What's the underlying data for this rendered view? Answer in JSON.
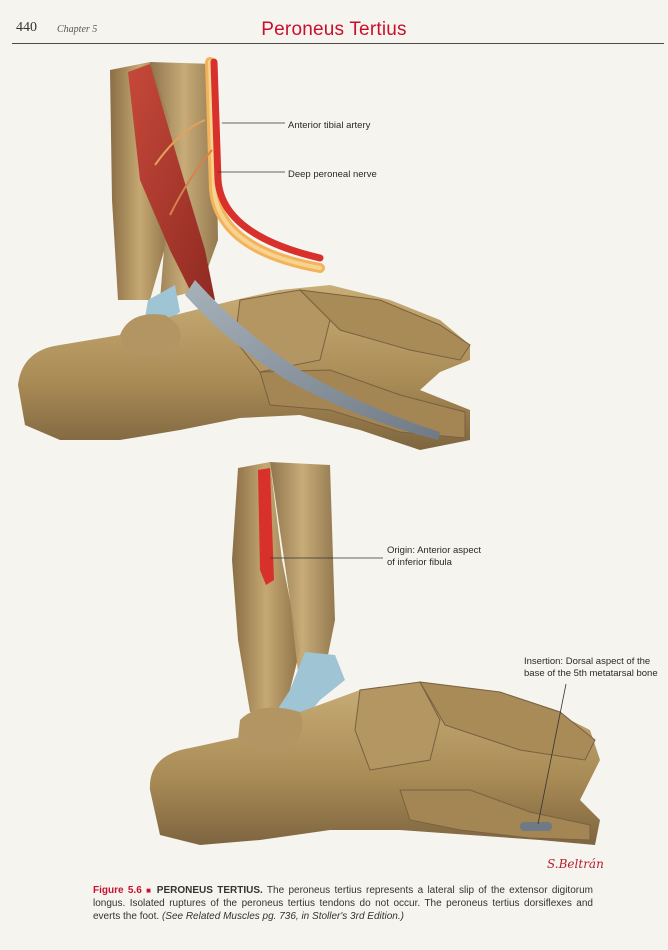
{
  "header": {
    "page_number": "440",
    "chapter": "Chapter 5",
    "title": "Peroneus Tertius"
  },
  "colors": {
    "title_red": "#c8102e",
    "bone": "#b89a62",
    "muscle": "#b5362c",
    "tendon": "#8e9aa6",
    "artery": "#d8312b",
    "nerve": "#f2b35c",
    "cartilage": "#9fc4d4"
  },
  "top_figure": {
    "callouts": [
      {
        "id": "artery",
        "text": "Anterior tibial artery"
      },
      {
        "id": "nerve",
        "text": "Deep peroneal nerve"
      }
    ]
  },
  "bottom_figure": {
    "callouts": [
      {
        "id": "origin",
        "line1": "Origin: Anterior aspect",
        "line2": "of inferior fibula"
      },
      {
        "id": "insertion",
        "line1": "Insertion: Dorsal aspect of the",
        "line2": "base of the 5th metatarsal bone"
      }
    ]
  },
  "signature": "S.Beltrán",
  "caption": {
    "figure_number": "Figure 5.6",
    "bullet": "■",
    "figure_title": "PERONEUS TERTIUS.",
    "body": "The peroneus tertius represents a lateral slip of the extensor digitorum longus. Isolated ruptures of the peroneus tertius tendons do not occur. The peroneus tertius dorsiflexes and everts the foot.",
    "reference": "(See Related Muscles pg. 736, in Stoller's 3rd Edition.)"
  }
}
